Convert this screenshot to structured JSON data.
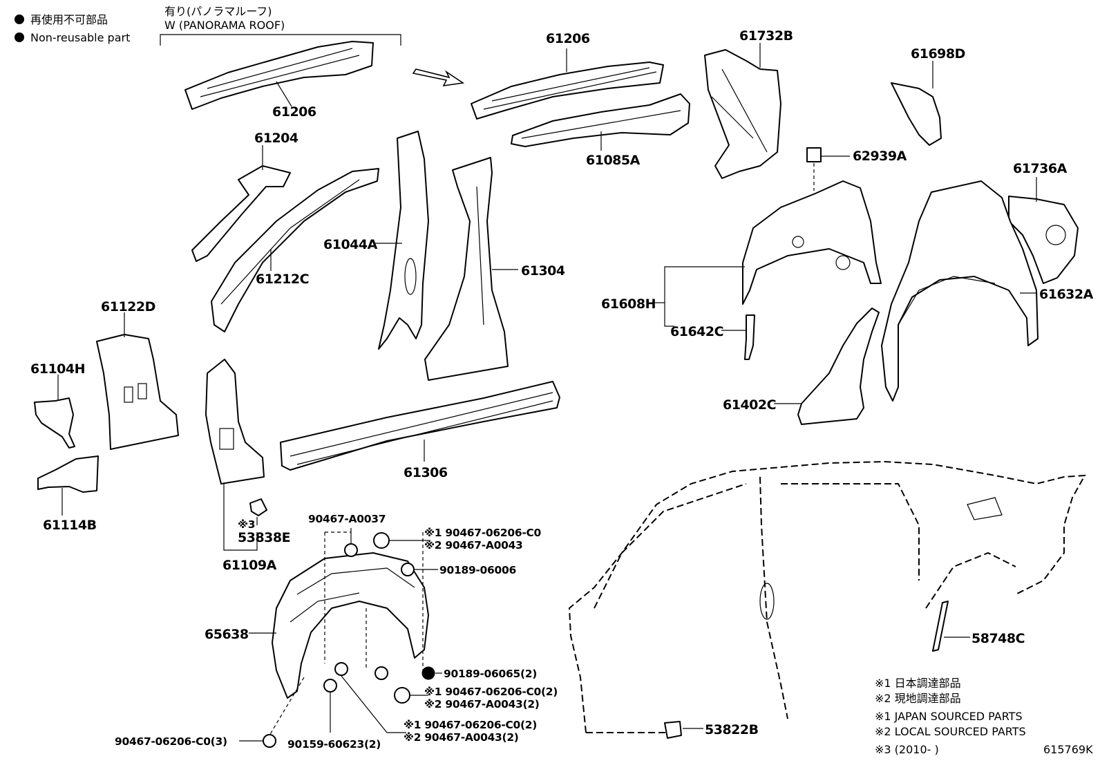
{
  "legend": {
    "nonreusable_jp": "再使用不可部品",
    "nonreusable_en": "Non-reusable part"
  },
  "panorama": {
    "jp": "有り(パノラマルーフ)",
    "en": "W (PANORAMA ROOF)"
  },
  "parts": {
    "p61206_a": "61206",
    "p61206_b": "61206",
    "p61732B": "61732B",
    "p61698D": "61698D",
    "p61204": "61204",
    "p61085A": "61085A",
    "p62939A": "62939A",
    "p61736A": "61736A",
    "p61044A": "61044A",
    "p61212C": "61212C",
    "p61304": "61304",
    "p61608H": "61608H",
    "p61632A": "61632A",
    "p61642C": "61642C",
    "p61122D": "61122D",
    "p61104H": "61104H",
    "p61402C": "61402C",
    "p61306": "61306",
    "p61114B": "61114B",
    "p53838E": "53838E",
    "p53838E_mark": "※3",
    "p61109A": "61109A",
    "p65638": "65638",
    "p58748C": "58748C",
    "p53822B": "53822B",
    "f90467A0037": "90467-A0037",
    "f_top_1": "※1 90467-06206-C0",
    "f_top_2": "※2 90467-A0043",
    "f9018906006": "90189-06006",
    "f9018906065": "90189-06065(2)",
    "f_mid_1": "※1 90467-06206-C0(2)",
    "f_mid_2": "※2 90467-A0043(2)",
    "f_bot_1": "※1 90467-06206-C0(2)",
    "f_bot_2": "※2 90467-A0043(2)",
    "f9046706206C0_3": "90467-06206-C0(3)",
    "f9015960623": "90159-60623(2)"
  },
  "notes": {
    "n1_jp": "※1 日本調達部品",
    "n2_jp": "※2 現地調達部品",
    "n1_en": "※1 JAPAN SOURCED PARTS",
    "n2_en": "※2 LOCAL SOURCED PARTS",
    "n3": "※3 (2010-      )",
    "diagram_id": "615769K"
  }
}
